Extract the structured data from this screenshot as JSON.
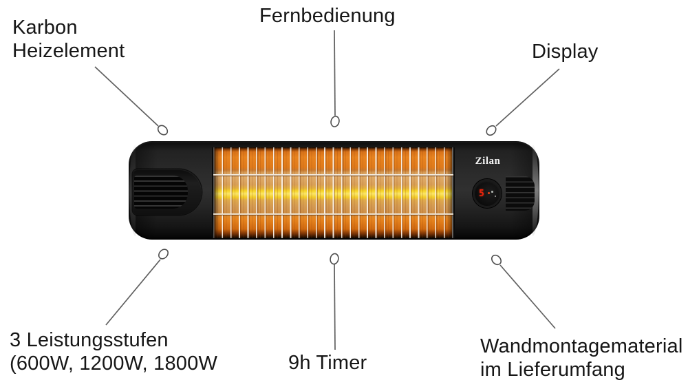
{
  "page": {
    "background": "#ffffff"
  },
  "product": {
    "brand": "Zilan",
    "display": {
      "led_text": "5",
      "led_color": "#e8230d"
    }
  },
  "callouts": [
    {
      "id": "karbon-heizelement",
      "label": "Karbon\nHeizelement"
    },
    {
      "id": "fernbedienung",
      "label": "Fernbedienung"
    },
    {
      "id": "display",
      "label": "Display"
    },
    {
      "id": "leistungsstufen",
      "label": "3 Leistungsstufen\n(600W, 1200W, 1800W"
    },
    {
      "id": "timer",
      "label": "9h Timer"
    },
    {
      "id": "wandmontage",
      "label": "Wandmontagematerial\nim Lieferumfang"
    }
  ],
  "colors": {
    "label_text": "#161616",
    "callout_line": "#5f5f5f",
    "body_black": "#1e1e1e",
    "element_orange": "#e8831f",
    "element_yellow": "#fbe567",
    "led_red": "#e8230d"
  }
}
